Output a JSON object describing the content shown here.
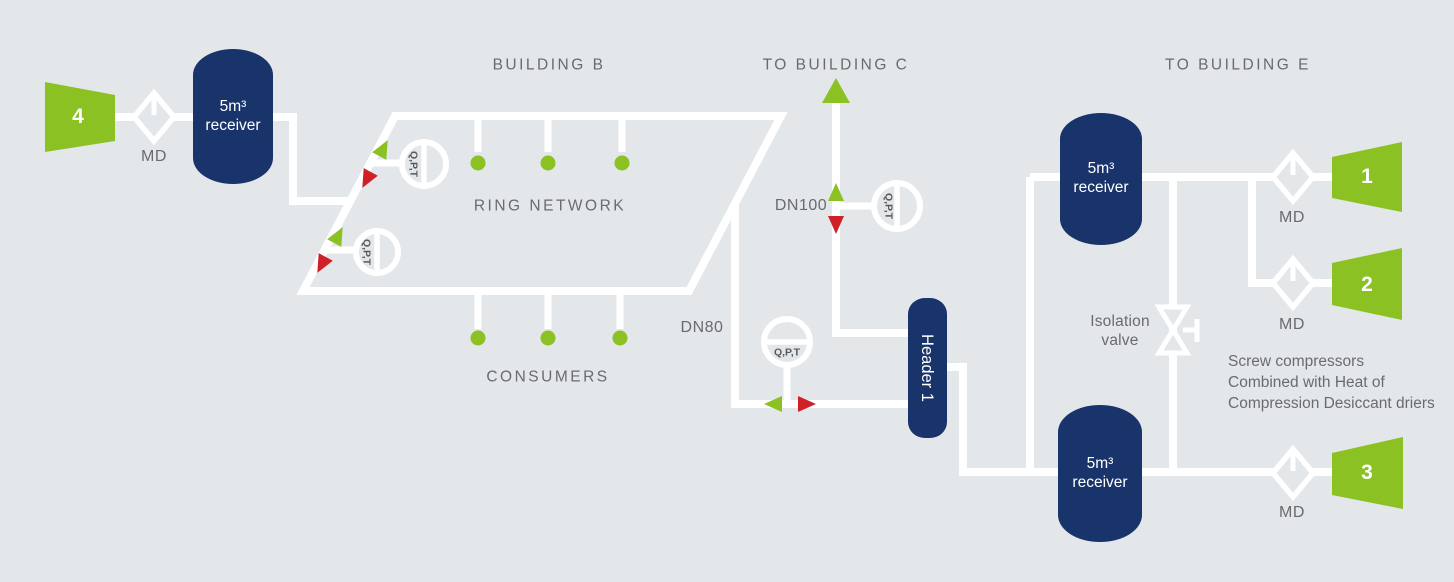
{
  "colors": {
    "background": "#e3e7ea",
    "navy": "#19336b",
    "green": "#8bc122",
    "red": "#cf2027",
    "pipe": "#ffffff",
    "label_gray": "#6a6b6e",
    "gauge_text_gray": "#58595b"
  },
  "titles": {
    "building_b": "BUILDING B",
    "to_building_c": "TO BUILDING C",
    "to_building_e": "TO BUILDING E"
  },
  "ring": {
    "label": "RING NETWORK",
    "consumers_label": "CONSUMERS"
  },
  "pipes": {
    "dn80": "DN80",
    "dn100": "DN100"
  },
  "equipment": {
    "receiver_label": "5m³\nreceiver",
    "header_label": "Header 1",
    "md_label": "MD",
    "gauge_label": "Q,P,T",
    "isolation_valve_label": "Isolation\nvalve",
    "note": "Screw compressors\nCombined with Heat of\nCompression Desiccant driers",
    "compressors": {
      "c1": "1",
      "c2": "2",
      "c3": "3",
      "c4": "4"
    }
  },
  "icons": {
    "md_filter": "diamond-filter-icon (white diamond outline with drain line)",
    "gauge": "gauge-circle-icon (white circle with divider line)",
    "isolation_valve": "valve-bowtie-icon (two triangles with handle)",
    "consumer_point": "green-dot-icon",
    "supply_flow_arrow": "green-triangle-icon",
    "return_flow_arrow": "red-triangle-icon",
    "to_building_arrow": "large-green-up-arrow-icon"
  }
}
